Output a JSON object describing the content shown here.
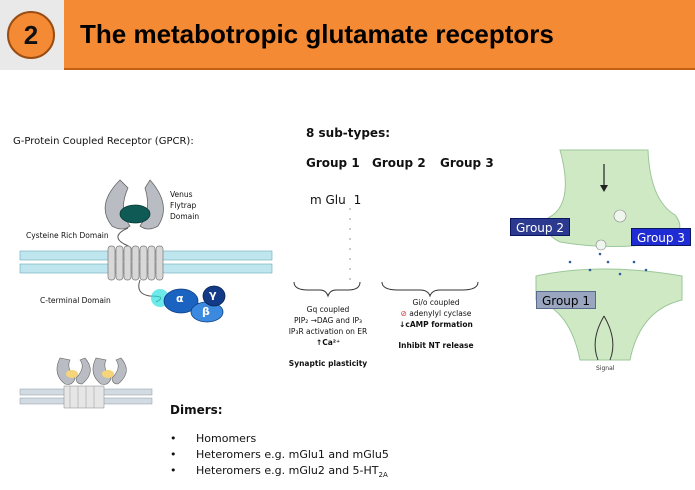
{
  "header": {
    "badge": "2",
    "title": "The metabotropic glutamate receptors"
  },
  "gpcr": {
    "title": "G-Protein Coupled Receptor (GPCR):",
    "venus_l1": "Venus",
    "venus_l2": "Flytrap",
    "venus_l3": "Domain",
    "cysteine": "Cysteine Rich Domain",
    "cterminal": "C-terminal Domain",
    "alpha": "α",
    "beta": "β",
    "gamma": "γ"
  },
  "subtypes": {
    "title": "8 sub-types:",
    "groups": [
      "Group 1",
      "Group 2",
      "Group 3"
    ],
    "mglu_prefix": "m Glu",
    "mglu_number": "1"
  },
  "group1_effects": {
    "line1": "Gq coupled",
    "line2": "PIP₂ →DAG and IP₃",
    "line3": "IP₃R activation on ER",
    "line4": "↑Ca²⁺",
    "outcome": "Synaptic plasticity"
  },
  "group23_effects": {
    "line1": "Gi/o coupled",
    "line2_sym": "⊘",
    "line2": " adenylyl cyclase",
    "line3": "↓cAMP formation",
    "outcome": "Inhibit NT release"
  },
  "synapse": {
    "group2": "Group 2",
    "group3": "Group 3",
    "group1": "Group 1",
    "signal": "Signal"
  },
  "dimers": {
    "title": "Dimers:",
    "items": [
      "Homomers",
      "Heteromers e.g. mGlu1 and mGlu5",
      "Heteromers e.g. mGlu2 and 5-HT"
    ],
    "item3_sub": "2A"
  },
  "colors": {
    "header_orange": "#f58a35",
    "membrane": "#bfe6ee",
    "synapse_green": "#cfe9c4",
    "group2_tag": "#2b3a8f",
    "group3_tag": "#1f2bd3",
    "group1_tag": "#9aa6bf"
  }
}
